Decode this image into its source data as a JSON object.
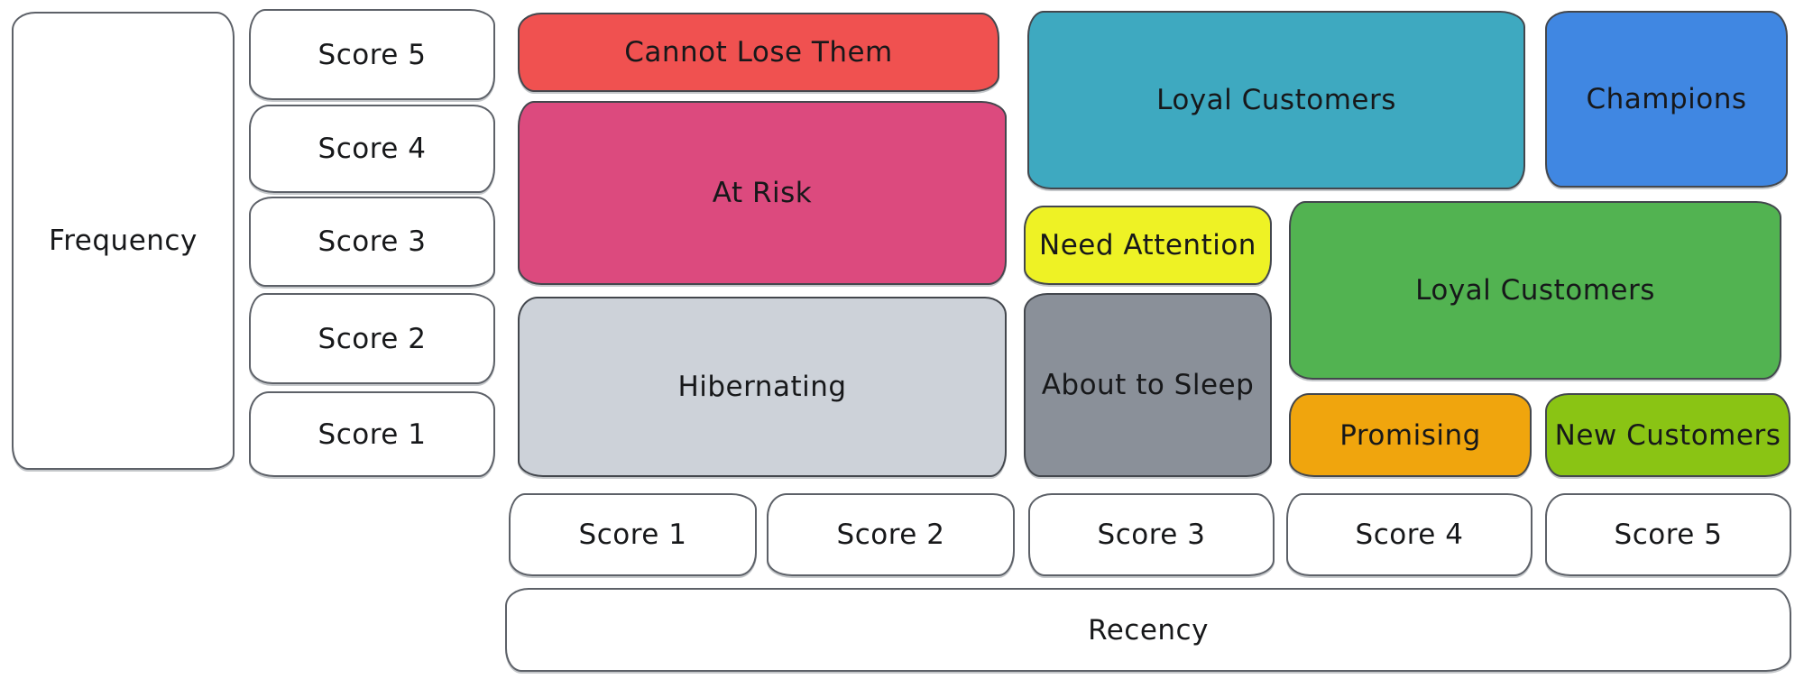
{
  "diagram": {
    "axes": {
      "frequency_label": "Frequency",
      "recency_label": "Recency",
      "frequency_scores": [
        "Score 5",
        "Score 4",
        "Score 3",
        "Score 2",
        "Score 1"
      ],
      "recency_scores": [
        "Score 1",
        "Score 2",
        "Score 3",
        "Score 4",
        "Score 5"
      ]
    },
    "segments": {
      "cannot_lose_them": {
        "label": "Cannot Lose Them",
        "color": "#f05150"
      },
      "at_risk": {
        "label": "At Risk",
        "color": "#dc4a7e"
      },
      "hibernating": {
        "label": "Hibernating",
        "color": "#cdd2d9"
      },
      "loyal_customers_teal": {
        "label": "Loyal Customers",
        "color": "#3ea9c0"
      },
      "champions": {
        "label": "Champions",
        "color": "#4087e2"
      },
      "need_attention": {
        "label": "Need Attention",
        "color": "#eef225"
      },
      "about_to_sleep": {
        "label": "About to Sleep",
        "color": "#8a9099"
      },
      "loyal_customers_green": {
        "label": "Loyal Customers",
        "color": "#52b351"
      },
      "promising": {
        "label": "Promising",
        "color": "#f0a50d"
      },
      "new_customers": {
        "label": "New Customers",
        "color": "#8ac414"
      }
    },
    "style_colors": {
      "stroke": "#43474d",
      "text": "#17181a",
      "background": "#ffffff"
    }
  }
}
